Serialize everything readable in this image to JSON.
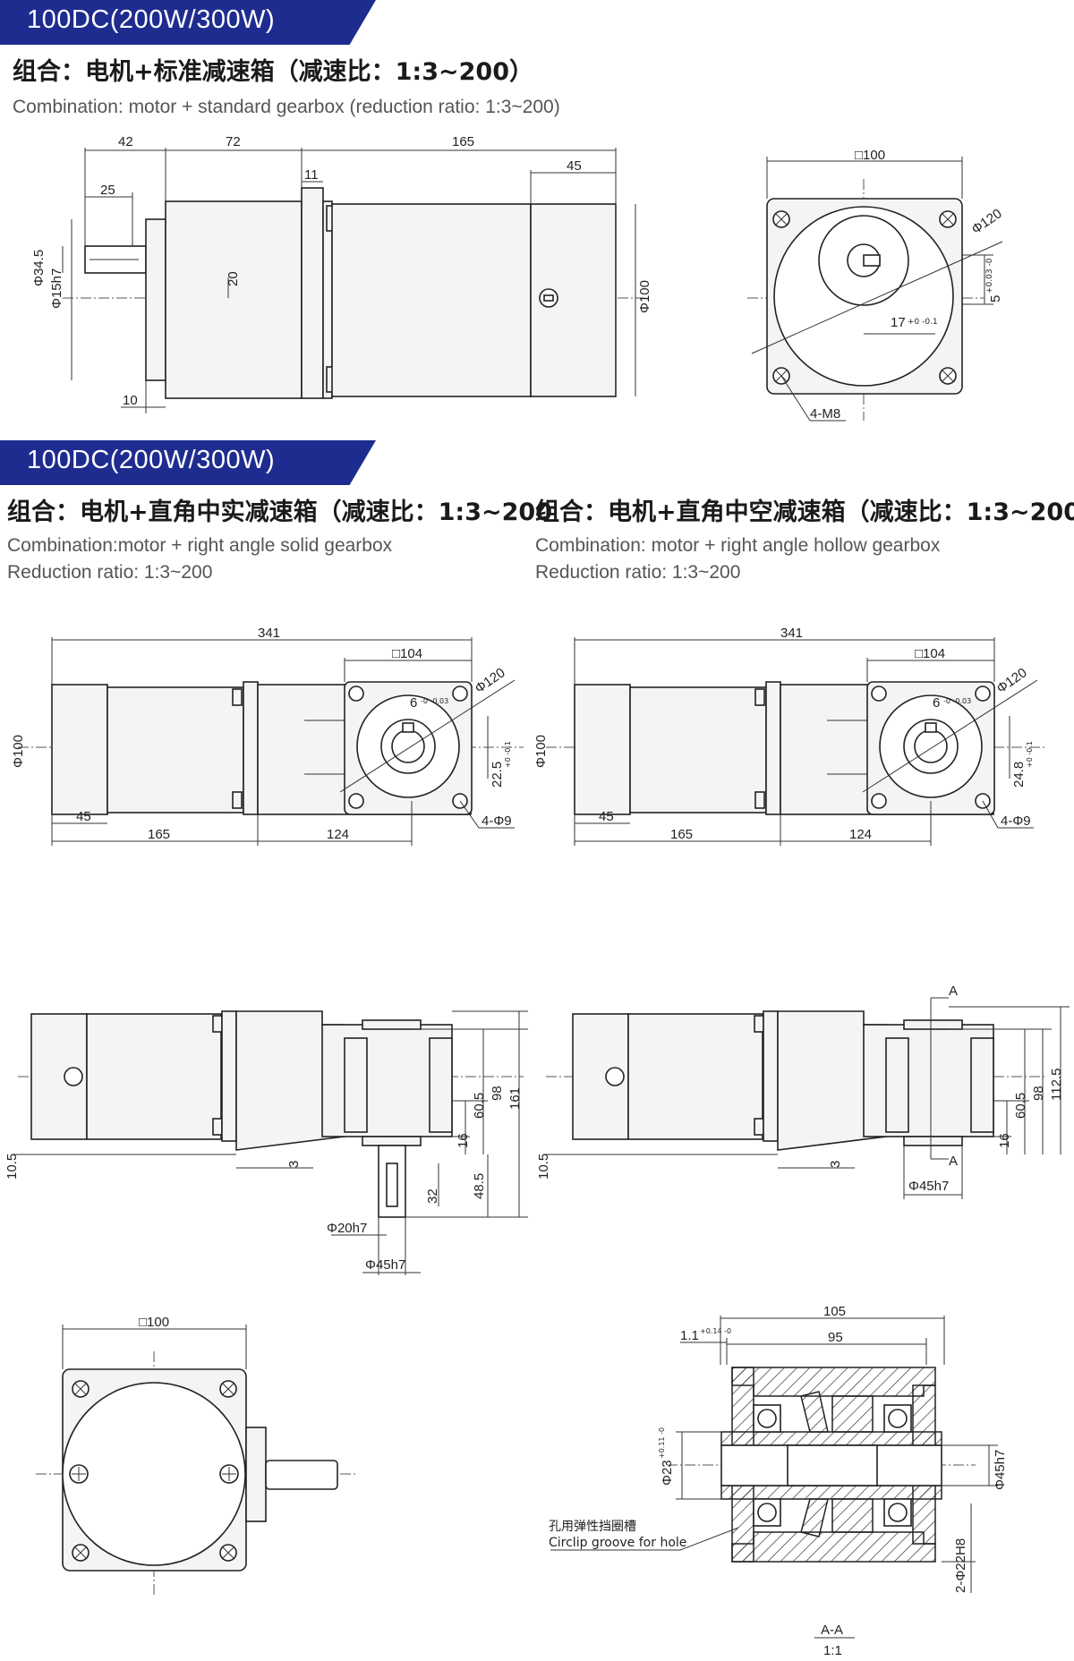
{
  "section1": {
    "banner": "100DC(200W/300W)",
    "title_zh": "组合：电机+标准减速箱（减速比：1:3~200）",
    "title_en": "Combination: motor + standard gearbox (reduction ratio: 1:3~200)",
    "dims": {
      "d42": "42",
      "d72": "72",
      "d165": "165",
      "d11": "11",
      "d45": "45",
      "d25": "25",
      "phi34_5": "Φ34.5",
      "phi15h7": "Φ15h7",
      "d20": "20",
      "phi100": "Φ100",
      "d10": "10",
      "sq100": "□100",
      "phi120": "Φ120",
      "d5": "5",
      "tol5": "+0.03 -0",
      "d17": "17",
      "tol17": "+0 -0.1",
      "m8": "4-M8"
    }
  },
  "section2": {
    "banner": "100DC(200W/300W)",
    "left_title_zh": "组合：电机+直角中实减速箱（减速比：1:3~200",
    "right_title_zh": "组合：电机+直角中空减速箱（减速比：1:3~200",
    "left_en_line1": "Combination:motor + right angle solid gearbox",
    "left_en_line2": "Reduction ratio: 1:3~200",
    "right_en_line1": "Combination: motor + right angle hollow gearbox",
    "right_en_line2": "Reduction ratio: 1:3~200",
    "dims": {
      "d341": "341",
      "sq104": "□104",
      "phi120": "Φ120",
      "d6": "6",
      "tol6": "-0 -0.03",
      "phi100": "Φ100",
      "d22_5": "22.5",
      "tol22_5": "+0 -0.1",
      "d24_8": "24.8",
      "tol24_8": "+0 -0.1",
      "phi9": "4-Φ9",
      "d45": "45",
      "d165": "165",
      "d124": "124",
      "d60_5": "60.5",
      "d98": "98",
      "d161": "161",
      "d16": "16",
      "d10_5": "10.5",
      "d3": "3",
      "d32": "32",
      "d48_5": "48.5",
      "phi20h7": "Φ20h7",
      "phi45h7": "Φ45h7",
      "d112_5": "112.5",
      "sectA": "A",
      "sq100": "□100",
      "d105": "105",
      "d95": "95",
      "d1_1": "1.1",
      "tol1_1": "+0.14 -0",
      "phi23": "Φ23",
      "tol23": "+0.11 -0",
      "phi45h7b": "Φ45h7",
      "phi22h8": "2-Φ22H8",
      "circlip_zh": "孔用弹性挡圈槽",
      "circlip_en": "Circlip groove for hole",
      "view_aa": "A-A",
      "scale": "1:1"
    }
  }
}
